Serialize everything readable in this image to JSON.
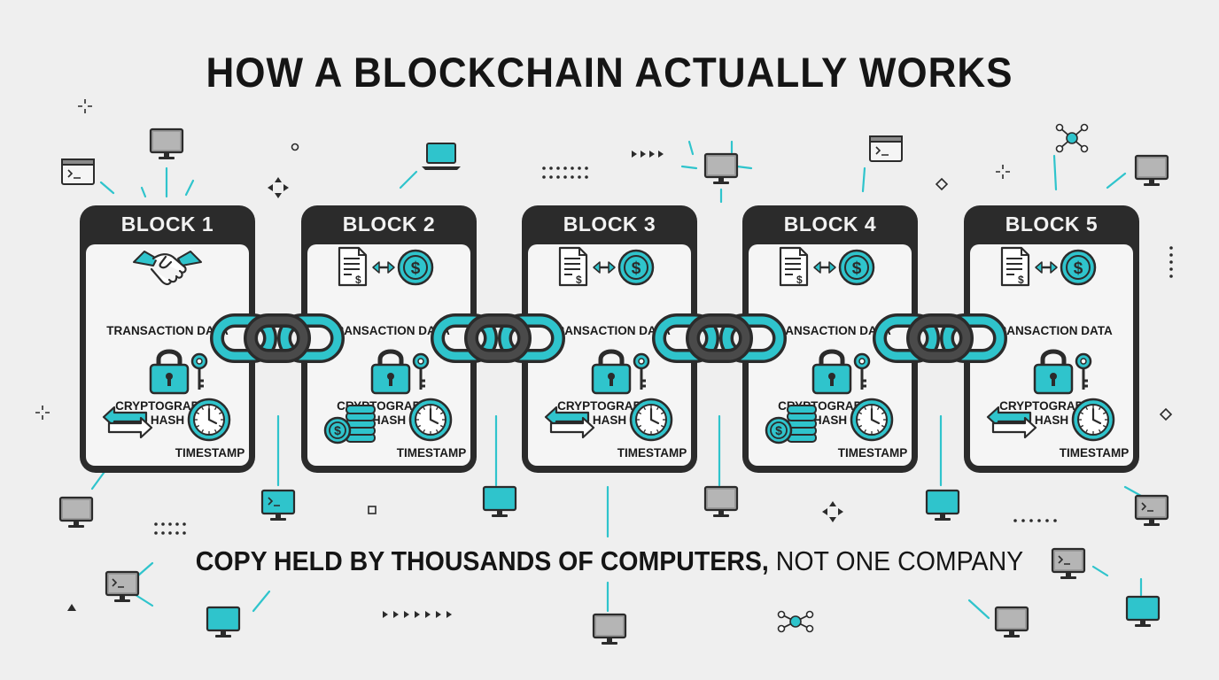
{
  "title": "HOW A BLOCKCHAIN ACTUALLY WORKS",
  "footer": {
    "bold": "COPY HELD BY THOUSANDS OF COMPUTERS,",
    "light": " NOT ONE COMPANY"
  },
  "blocks": [
    {
      "name": "BLOCK 1",
      "transaction_label": "TRANSACTION DATA",
      "hash_label_1": "CRYPTOGRAPHIC",
      "hash_label_2": "HASH",
      "timestamp_label": "TIMESTAMP",
      "tx_icon": "handshake-icon",
      "extra_icon": "exchange-arrows-icon"
    },
    {
      "name": "BLOCK 2",
      "transaction_label": "TRANSACTION DATA",
      "hash_label_1": "CRYPTOGRAPHIC",
      "hash_label_2": "HASH",
      "timestamp_label": "TIMESTAMP",
      "tx_icon": "document-dollar-icon",
      "extra_icon": "coin-stack-icon"
    },
    {
      "name": "BLOCK 3",
      "transaction_label": "TRANSACTION DATA",
      "hash_label_1": "CRYPTOGRAPHIC",
      "hash_label_2": "HASH",
      "timestamp_label": "TIMESTAMP",
      "tx_icon": "document-dollar-icon",
      "extra_icon": "exchange-arrows-icon"
    },
    {
      "name": "BLOCK 4",
      "transaction_label": "TRANSACTION DATA",
      "hash_label_1": "CRYPTOGRAPHIC",
      "hash_label_2": "HASH",
      "timestamp_label": "TIMESTAMP",
      "tx_icon": "document-dollar-icon",
      "extra_icon": "coin-stack-icon"
    },
    {
      "name": "BLOCK 5",
      "transaction_label": "TRANSACTION DATA",
      "hash_label_1": "CRYPTOGRAPHIC",
      "hash_label_2": "HASH",
      "timestamp_label": "TIMESTAMP",
      "tx_icon": "document-dollar-icon",
      "extra_icon": "exchange-arrows-icon"
    }
  ],
  "colors": {
    "accent": "#2fc4cc",
    "dark": "#2b2b2b",
    "background": "#efefef"
  }
}
